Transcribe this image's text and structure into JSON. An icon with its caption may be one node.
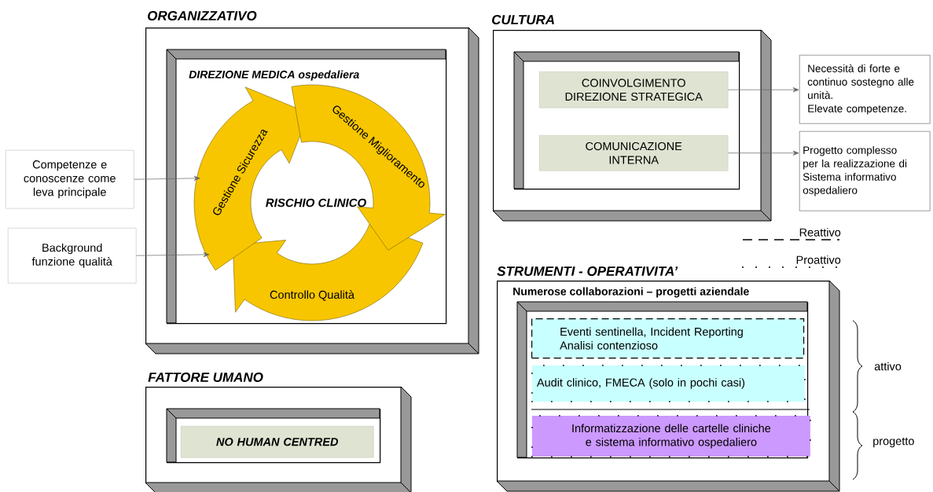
{
  "diagram": {
    "nodes": [
      {
        "text": [
          "ORGANIZZATIVO"
        ]
      },
      {
        "text": [
          "DIREZIONE MEDICA ospedaliera"
        ],
        "in": 0
      },
      {
        "text": [
          "RISCHIO CLINICO",
          "Gestione Sicurezza",
          "Gestione Miglioramento",
          "Controllo Qualità"
        ],
        "in": 1
      },
      {
        "text": [
          "Competenze e conoscenze come leva principale"
        ]
      },
      {
        "text": [
          "Background funzione qualità"
        ]
      },
      {
        "text": [
          "CULTURA"
        ]
      },
      {
        "text": [],
        "shape": "box",
        "in": 5
      },
      {
        "text": [
          "COINVOLGIMENTO DIREZIONE STRATEGICA"
        ],
        "in": 6
      },
      {
        "text": [
          "COMUNICAZIONE INTERNA"
        ],
        "in": 6
      },
      {
        "text": [
          "Necessità di forte e continuo sostegno alle unità.",
          "Elevate competenze."
        ]
      },
      {
        "text": [
          "Progetto complesso per la realizzazione di Sistema informativo ospedaliero"
        ]
      },
      {
        "text": [
          "STRUMENTI - OPERATIVITA’",
          "Numerose collaborazioni – progetti aziendale"
        ]
      },
      {
        "text": [],
        "shape": "box",
        "in": 11
      },
      {
        "text": [
          "Eventi sentinella, Incident Reporting Analisi contenzioso"
        ],
        "in": 12
      },
      {
        "text": [
          "Audit clinico, FMECA (solo in pochi casi)"
        ],
        "in": 12
      },
      {
        "text": [
          "Informatizzazione delle cartelle cliniche e sistema informativo ospedaliero"
        ],
        "in": 12
      },
      {
        "text": [
          "FATTORE UMANO"
        ]
      },
      {
        "text": [],
        "shape": "box",
        "in": 16
      },
      {
        "text": [
          "NO HUMAN CENTRED"
        ],
        "in": 17
      }
    ],
    "edges": [
      {
        "from": 3,
        "to": 2,
        "arrow": "to"
      },
      {
        "from": 4,
        "to": 2,
        "arrow": "to"
      },
      {
        "from": 7,
        "to": 9,
        "arrow": "to"
      },
      {
        "from": 8,
        "to": 10,
        "arrow": "to"
      }
    ],
    "labels": [
      "attivo",
      "progetto"
    ],
    "legend": [
      {
        "text": "Reattivo"
      },
      {
        "text": "Proattivo"
      }
    ]
  }
}
